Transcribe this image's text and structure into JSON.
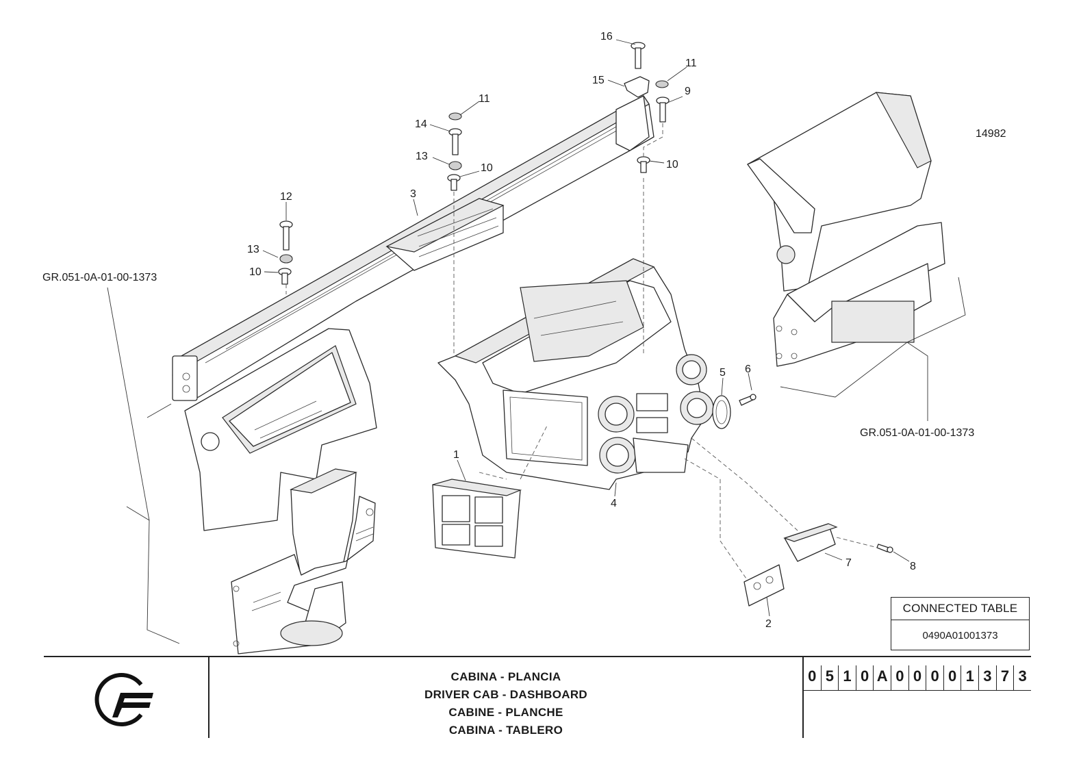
{
  "drawing": {
    "drawing_number": "14982",
    "group_refs": [
      "GR.051-0A-01-00-1373",
      "GR.051-0A-01-00-1373"
    ],
    "callouts": [
      "1",
      "2",
      "3",
      "4",
      "5",
      "6",
      "7",
      "8",
      "9",
      "10",
      "10",
      "10",
      "11",
      "11",
      "12",
      "13",
      "13",
      "14",
      "15",
      "16"
    ]
  },
  "connected_table": {
    "header": "CONNECTED TABLE",
    "code": "0490A01001373"
  },
  "title_block": {
    "titles": [
      "CABINA - PLANCIA",
      "DRIVER CAB - DASHBOARD",
      "CABINE - PLANCHE",
      "CABINA - TABLERO"
    ],
    "code_digits": [
      "0",
      "5",
      "1",
      "0",
      "A",
      "0",
      "0",
      "0",
      "0",
      "1",
      "3",
      "7",
      "3"
    ],
    "logo_icon": "brand-logo-icon"
  }
}
